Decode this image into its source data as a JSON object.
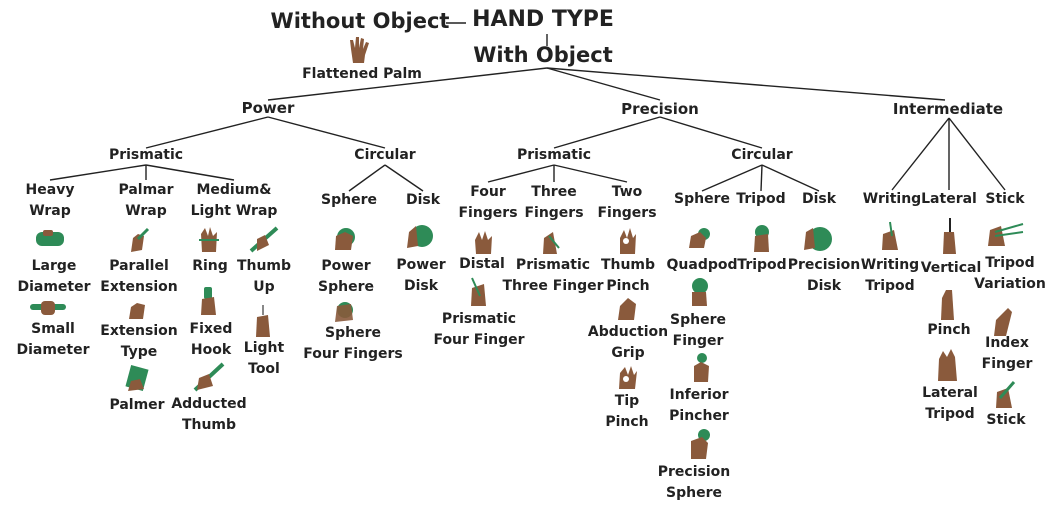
{
  "title": "HAND TYPE",
  "without_object": "Without Object",
  "with_object": "With Object",
  "flattened_palm": "Flattened Palm",
  "colors": {
    "object": "#2e8b57",
    "skin": "#8a5a3c",
    "line": "#222222"
  },
  "labels": {
    "power": "Power",
    "precision": "Precision",
    "intermediate": "Intermediate",
    "power_prismatic": "Prismatic",
    "power_circular": "Circular",
    "prec_prismatic": "Prismatic",
    "prec_circular": "Circular",
    "heavy_wrap": "Heavy\nWrap",
    "palmar_wrap": "Palmar\nWrap",
    "medium_light_wrap": "Medium&\nLight Wrap",
    "sphere": "Sphere",
    "disk": "Disk",
    "four_fingers": "Four\nFingers",
    "three_fingers": "Three\nFingers",
    "two_fingers": "Two\nFingers",
    "c_sphere": "Sphere",
    "c_tripod": "Tripod",
    "c_disk": "Disk",
    "writing": "Writing",
    "lateral": "Lateral",
    "stick": "Stick",
    "large_diameter": "Large\nDiameter",
    "small_diameter": "Small\nDiameter",
    "parallel_extension": "Parallel\nExtension",
    "extension_type": "Extension\nType",
    "palmer": "Palmer",
    "ring": "Ring",
    "thumb_up": "Thumb\nUp",
    "fixed_hook": "Fixed\nHook",
    "light_tool": "Light\nTool",
    "adducted_thumb": "Adducted\nThumb",
    "power_sphere": "Power\nSphere",
    "sphere_four_fingers": "Sphere\nFour Fingers",
    "power_disk": "Power\nDisk",
    "distal": "Distal",
    "prismatic_four_finger": "Prismatic\nFour Finger",
    "prismatic_three_finger": "Prismatic\nThree Finger",
    "thumb_pinch": "Thumb\nPinch",
    "abduction_grip": "Abduction\nGrip",
    "tip_pinch": "Tip\nPinch",
    "quadpod": "Quadpod",
    "sphere_finger": "Sphere\nFinger",
    "inferior_pincher": "Inferior\nPincher",
    "precision_sphere": "Precision\nSphere",
    "tripod": "Tripod",
    "precision_disk": "Precision\nDisk",
    "writing_tripod": "Writing\nTripod",
    "vertical": "Vertical",
    "pinch": "Pinch",
    "lateral_tripod": "Lateral\nTripod",
    "tripod_variation": "Tripod\nVariation",
    "index_finger": "Index\nFinger",
    "stick_leaf": "Stick"
  }
}
